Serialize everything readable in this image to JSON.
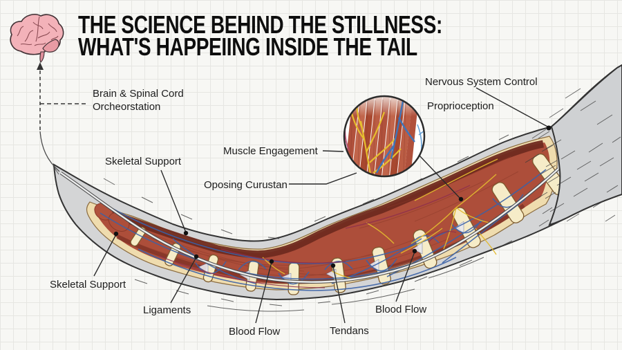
{
  "title": {
    "line1": "THE SCIENCE BEHIND THE STILLNESS:",
    "line2": "WHAT'S HAPPEIING INSIDE THE TAIL"
  },
  "labels": {
    "brain_spinal_cord": {
      "line1": "Brain & Spinal Cord",
      "line2": "Orcheorstation"
    },
    "skeletal_support_top": "Skeletal Support",
    "muscle_engagement": "Muscle Engagement",
    "oposing_curustan": "Oposing Curustan",
    "nervous_system_control": "Nervous System Control",
    "proprioception": "Proprioception",
    "skeletal_support_bottom": "Skeletal Support",
    "ligaments": "Ligaments",
    "blood_flow_left": "Blood Flow",
    "tendans": "Tendans",
    "blood_flow_right": "Blood Flow"
  },
  "icons": {
    "brain": "brain-icon",
    "magnifier_inset": "magnifier-inset-circle"
  },
  "palette": {
    "background": "#f7f7f4",
    "grid_line": "#e6e6e2",
    "title_text": "#0e0e0e",
    "label_text": "#1d1d1d",
    "pointer_line": "#2a2a2a",
    "fur_gray": "#d4d5d6",
    "body_gray": "#cfd1d3",
    "outline_dark": "#333333",
    "skin_cream": "#efdcae",
    "muscle_red": "#ad4e3a",
    "muscle_dark_band": "#6f2a1f",
    "vertebra_cream": "#f6ecc8",
    "vein_blue": "#3a62a8",
    "nerve_yellow": "#e2b92f",
    "artery_maroon": "#8e2f4d",
    "spinal_cord": "#eceded",
    "brain_pink": "#f3b2b9"
  }
}
